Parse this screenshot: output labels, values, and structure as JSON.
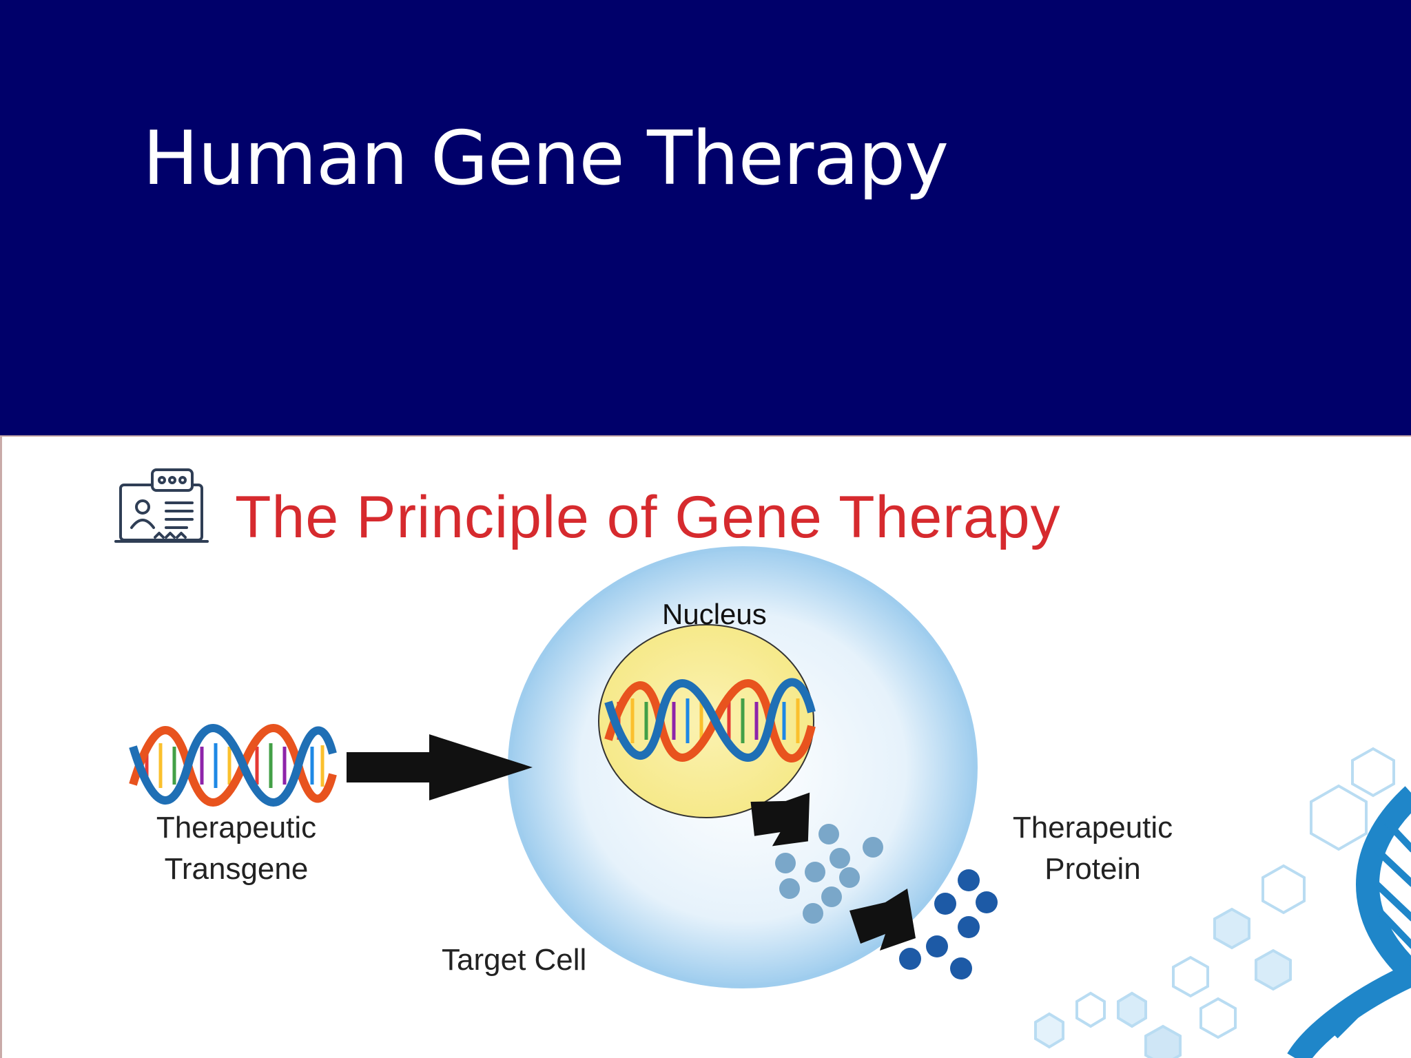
{
  "slide": {
    "title": "Human Gene Therapy",
    "header_color": "#00006a"
  },
  "figure": {
    "title": "The Principle of Gene Therapy",
    "title_color": "#d62a2e",
    "icon": "presentation-screen-icon",
    "labels": {
      "nucleus": "Nucleus",
      "transgene_line1": "Therapeutic",
      "transgene_line2": "Transgene",
      "protein_line1": "Therapeutic",
      "protein_line2": "Protein",
      "target_cell": "Target Cell"
    }
  }
}
